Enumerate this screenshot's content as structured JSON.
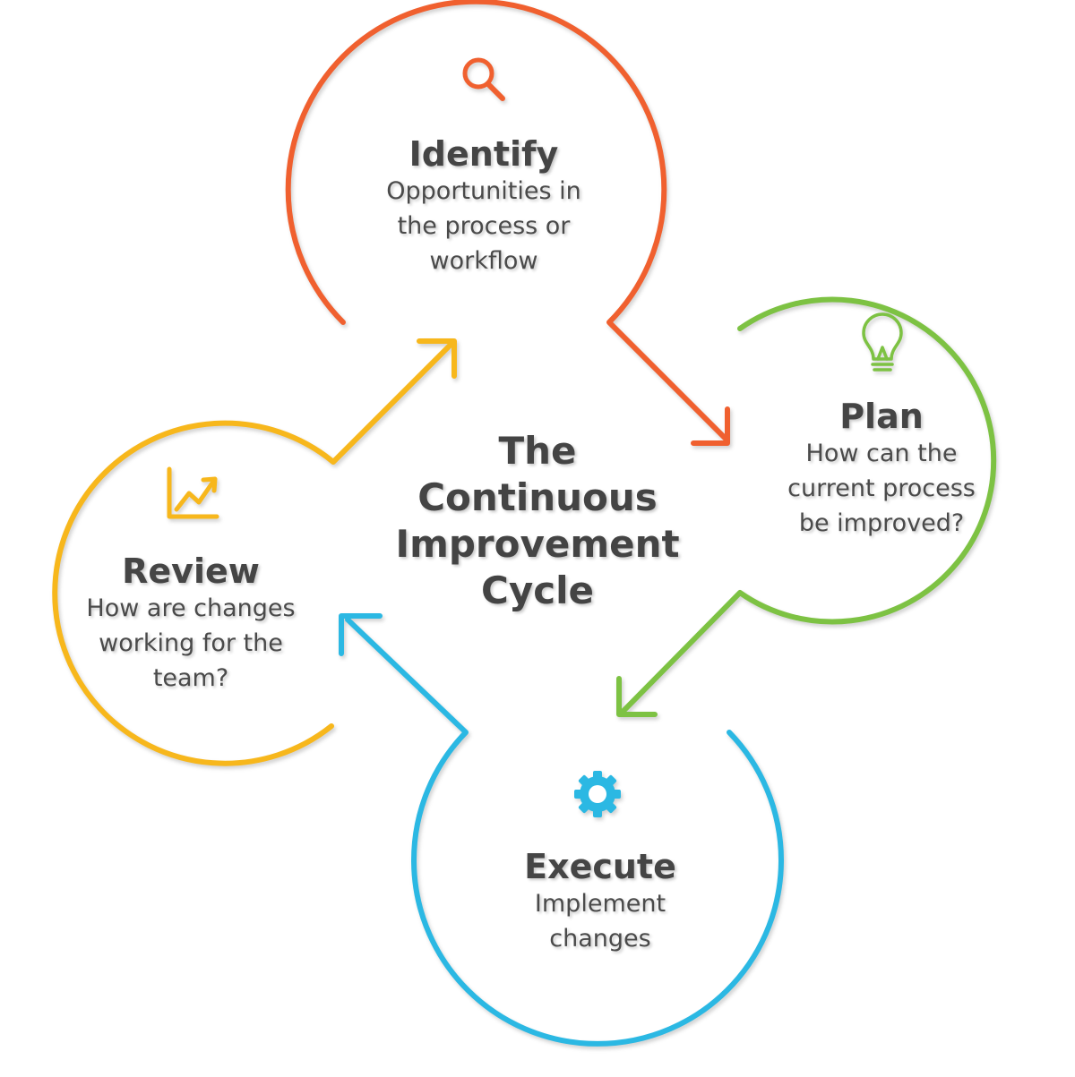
{
  "title": "The\nContinuous\nImprovement\nCycle",
  "colors": {
    "identify": "#f0602f",
    "plan": "#7dc243",
    "execute": "#2bb8e3",
    "review": "#f7b71c",
    "text": "#4a4a4a"
  },
  "stages": [
    {
      "key": "identify",
      "title": "Identify",
      "description": "Opportunities in\nthe process or\nworkflow",
      "icon": "magnifier-icon"
    },
    {
      "key": "plan",
      "title": "Plan",
      "description": "How can the\ncurrent process\nbe improved?",
      "icon": "lightbulb-icon"
    },
    {
      "key": "execute",
      "title": "Execute",
      "description": "Implement\nchanges",
      "icon": "gear-icon"
    },
    {
      "key": "review",
      "title": "Review",
      "description": "How are changes\nworking for the\nteam?",
      "icon": "trend-chart-icon"
    }
  ]
}
